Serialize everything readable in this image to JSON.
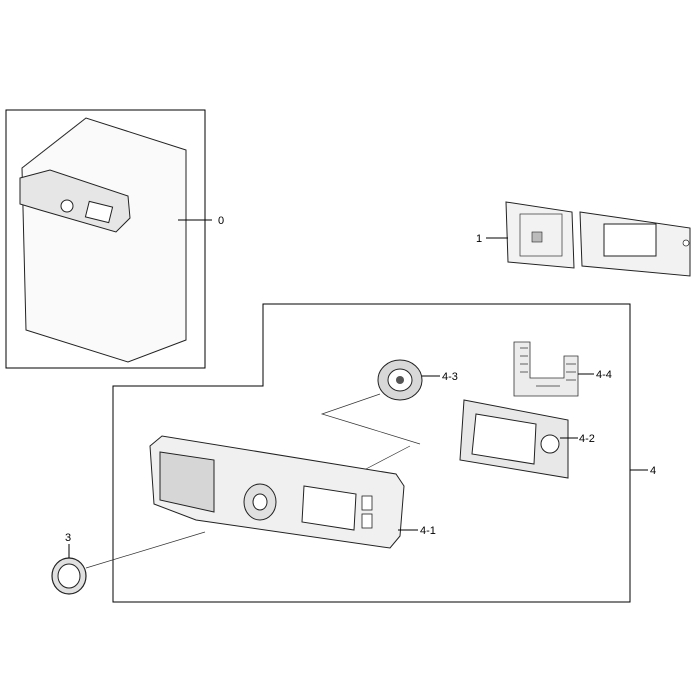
{
  "labels": {
    "part_0": "0",
    "part_1": "1",
    "part_3": "3",
    "part_4": "4",
    "part_4_1": "4-1",
    "part_4_2": "4-2",
    "part_4_3": "4-3",
    "part_4_4": "4-4"
  }
}
